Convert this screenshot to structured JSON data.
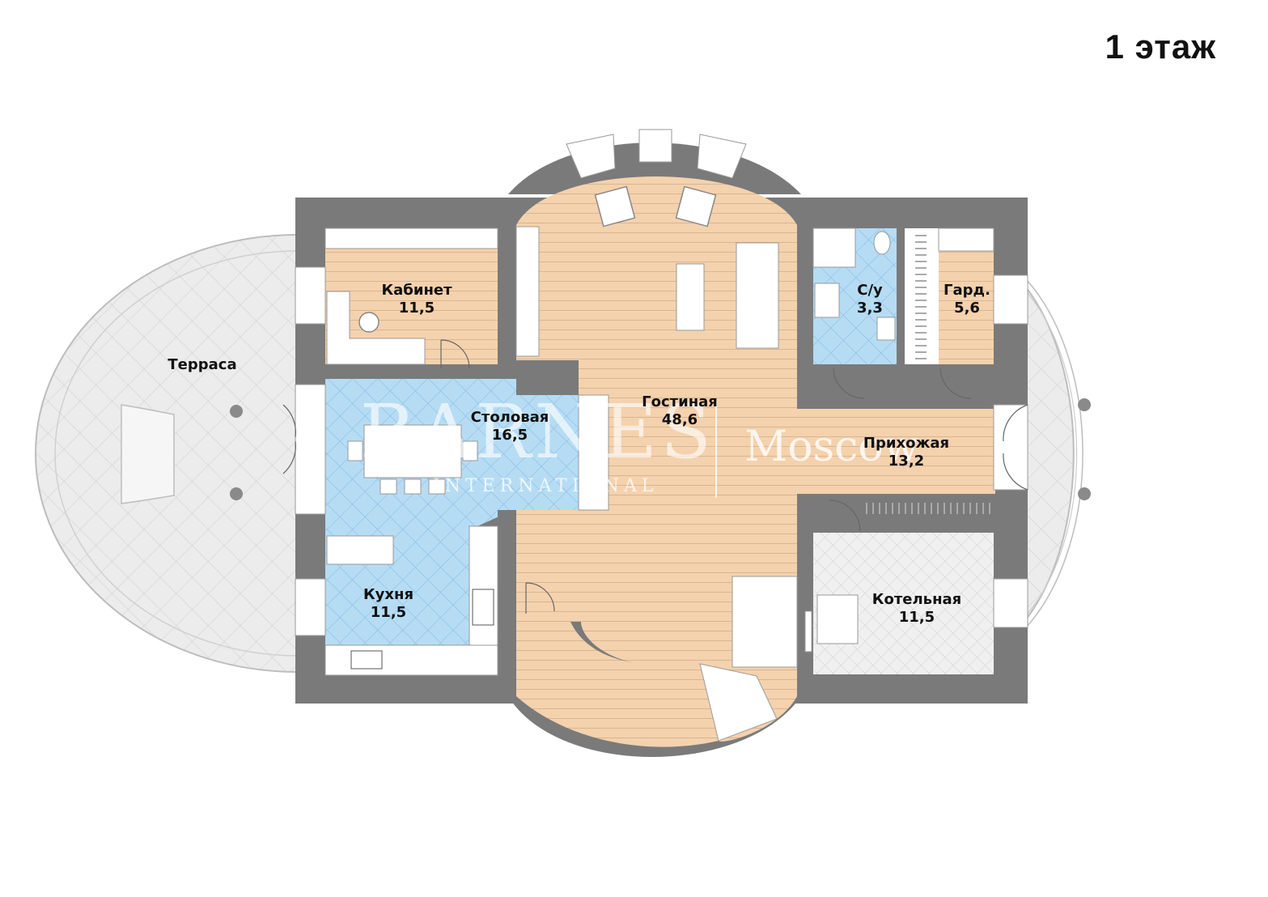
{
  "title": "1 этаж",
  "rooms": {
    "terrace": {
      "name": "Терраса",
      "area": ""
    },
    "study": {
      "name": "Кабинет",
      "area": "11,5"
    },
    "living": {
      "name": "Гостиная",
      "area": "48,6"
    },
    "bathroom": {
      "name": "С/у",
      "area": "3,3"
    },
    "wardrobe": {
      "name": "Гард.",
      "area": "5,6"
    },
    "dining": {
      "name": "Столовая",
      "area": "16,5"
    },
    "hall": {
      "name": "Прихожая",
      "area": "13,2"
    },
    "kitchen": {
      "name": "Кухня",
      "area": "11,5"
    },
    "boiler": {
      "name": "Котельная",
      "area": "11,5"
    }
  },
  "watermark": {
    "brand": "BARNES",
    "sub": "INTERNATIONAL",
    "city": "Moscow"
  },
  "colors": {
    "wall": "#7a7a7a",
    "wood_floor": "#f4d2ae",
    "tile_floor": "#b6dcf4",
    "terrace_floor": "#ececec",
    "boiler_floor": "#eeeeee"
  }
}
